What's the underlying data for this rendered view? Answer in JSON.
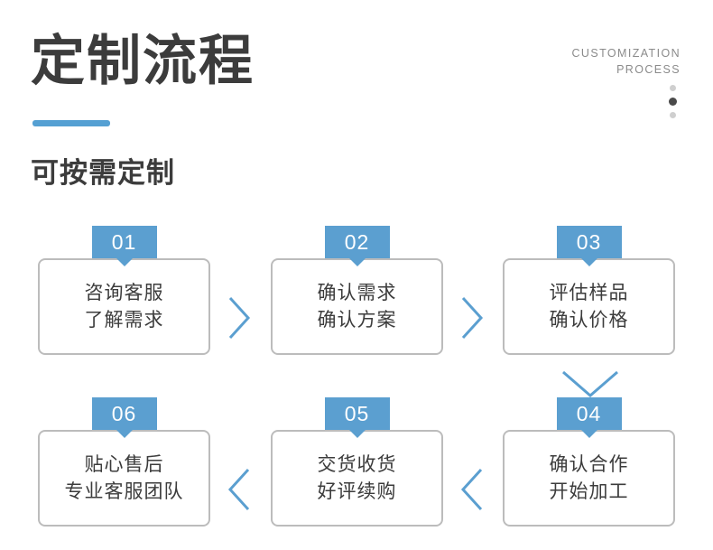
{
  "header": {
    "title": "定制流程",
    "subtitle": "可按需定制",
    "en_line1": "CUSTOMIZATION",
    "en_line2": "PROCESS",
    "accent_color": "#55a0d3"
  },
  "flow": {
    "badge_color": "#5b9fd0",
    "arrow_color": "#5b9fd0",
    "steps": [
      {
        "number": "01",
        "line1": "咨询客服",
        "line2": "了解需求"
      },
      {
        "number": "02",
        "line1": "确认需求",
        "line2": "确认方案"
      },
      {
        "number": "03",
        "line1": "评估样品",
        "line2": "确认价格"
      },
      {
        "number": "04",
        "line1": "确认合作",
        "line2": "开始加工"
      },
      {
        "number": "05",
        "line1": "交货收货",
        "line2": "好评续购"
      },
      {
        "number": "06",
        "line1": "贴心售后",
        "line2": "专业客服团队"
      }
    ]
  }
}
